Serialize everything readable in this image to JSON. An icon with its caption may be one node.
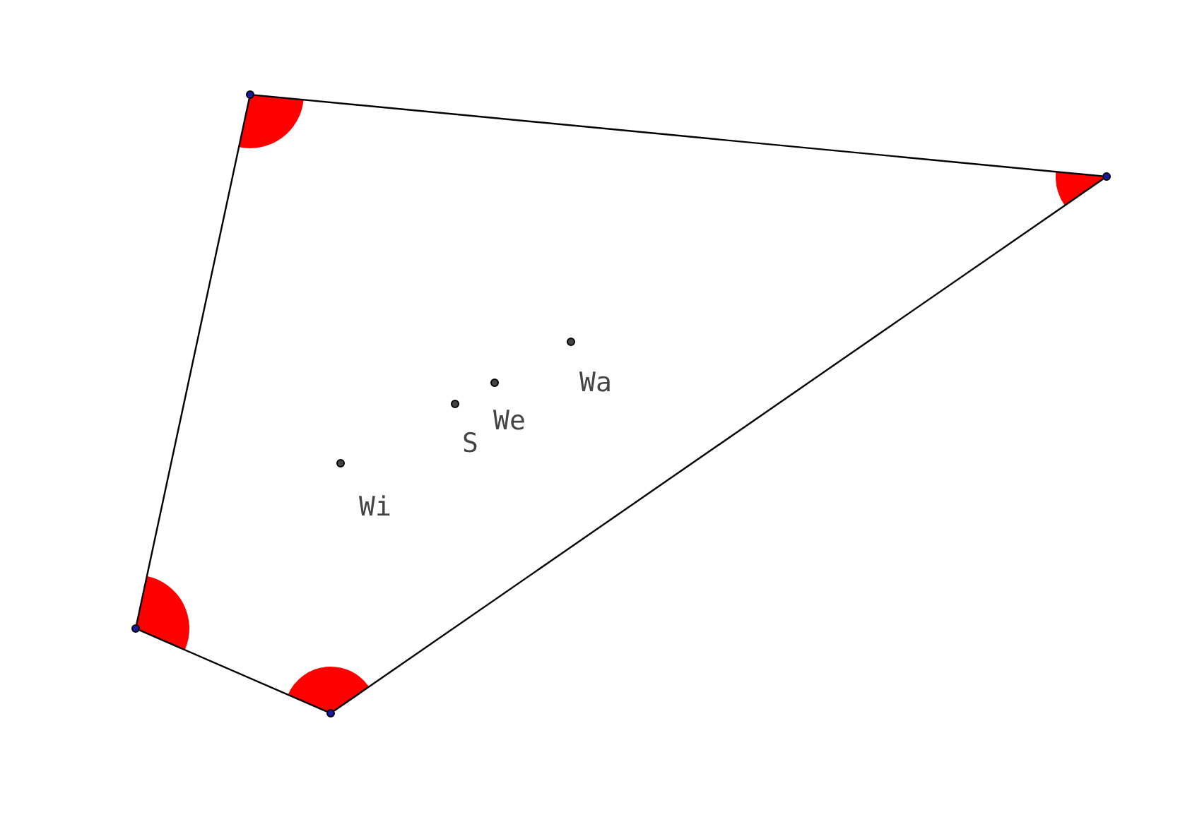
{
  "diagram": {
    "nodes": [
      {
        "text": [],
        "shape": "circle"
      },
      {
        "text": [],
        "shape": "circle"
      },
      {
        "text": [],
        "shape": "circle"
      },
      {
        "text": [],
        "shape": "circle"
      },
      {
        "text": [],
        "shape": "circle",
        "beside": [
          "Wa"
        ]
      },
      {
        "text": [],
        "shape": "circle",
        "beside": [
          "We"
        ]
      },
      {
        "text": [],
        "shape": "circle",
        "beside": [
          "S"
        ]
      },
      {
        "text": [],
        "shape": "circle",
        "beside": [
          "Wi"
        ]
      }
    ],
    "edges": [
      {
        "from": 0,
        "to": 1,
        "arrow": "none"
      },
      {
        "from": 1,
        "to": 3,
        "arrow": "none"
      },
      {
        "from": 3,
        "to": 2,
        "arrow": "none"
      },
      {
        "from": 2,
        "to": 0,
        "arrow": "none"
      }
    ]
  }
}
